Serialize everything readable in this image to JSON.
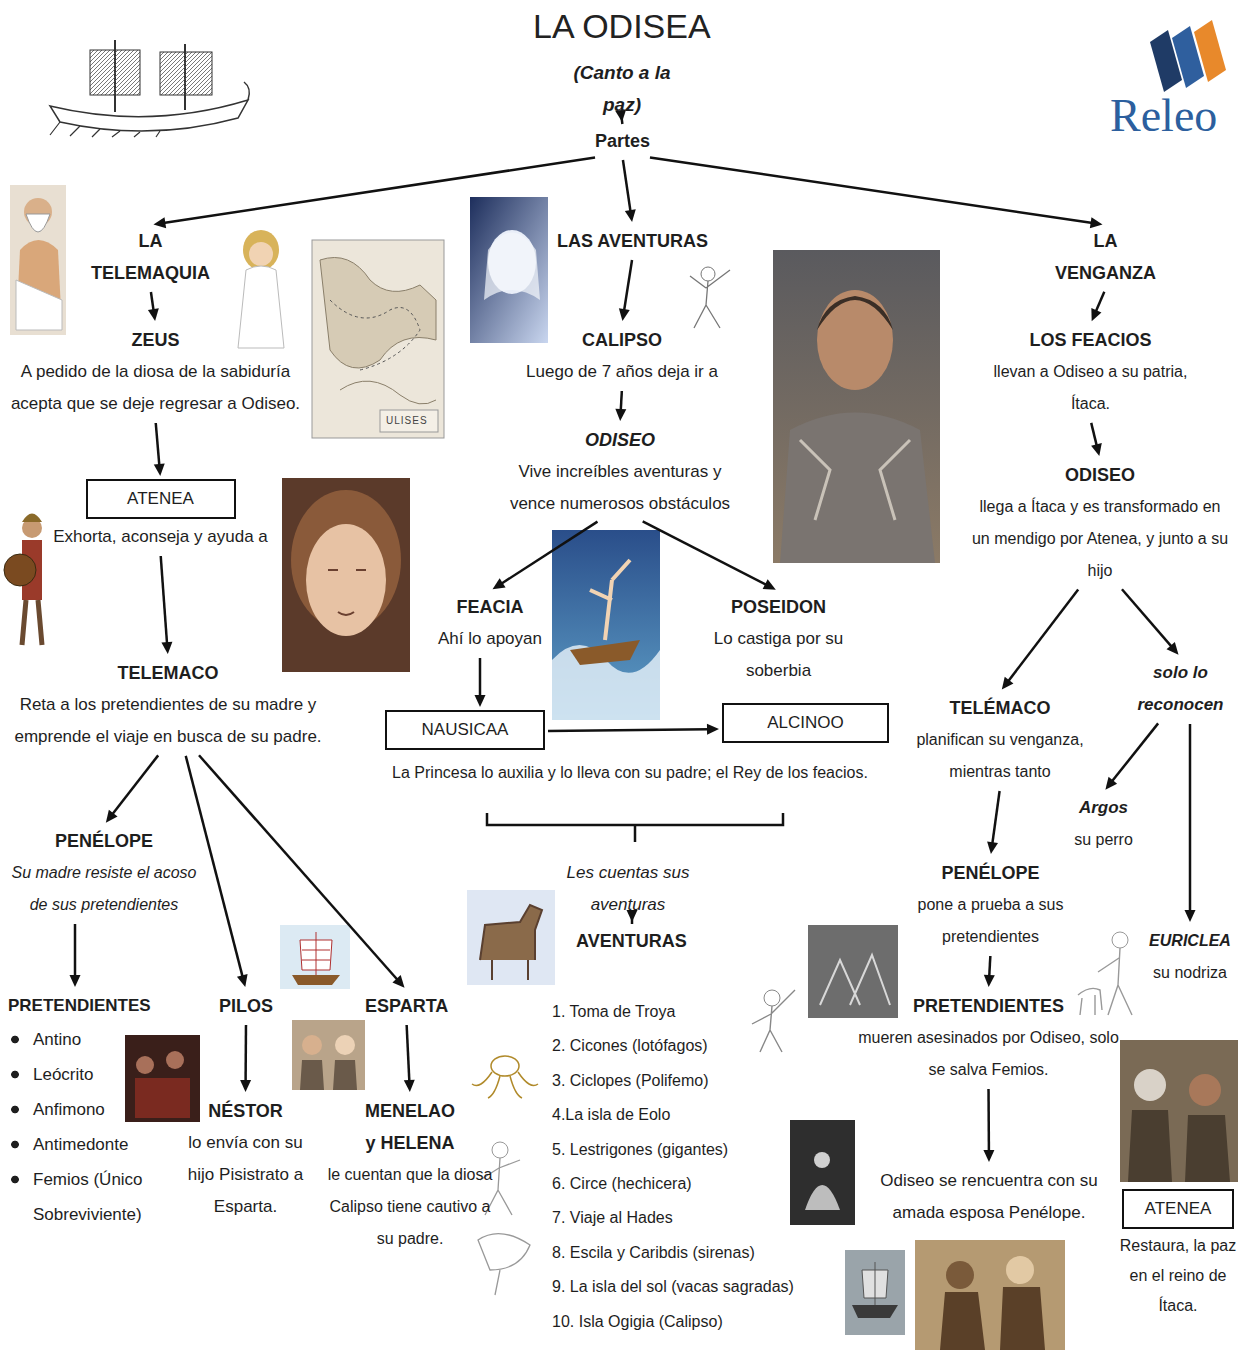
{
  "diagram": {
    "title": "LA ODISEA",
    "nodes": [
      {
        "text": [
          "(Canto a la paz)"
        ]
      },
      {
        "text": [
          "Partes"
        ]
      },
      {
        "text": [
          "LA TELEMAQUIA"
        ]
      },
      {
        "text": [
          "LAS AVENTURAS"
        ]
      },
      {
        "text": [
          "LA VENGANZA"
        ]
      },
      {
        "text": [
          "ZEUS",
          "A pedido de la diosa de la sabiduría acepta que se deje regresar a Odiseo."
        ]
      },
      {
        "text": [
          "ATENEA",
          "Exhorta, aconseja y ayuda a"
        ]
      },
      {
        "text": [
          "TELEMACO",
          "Reta a los pretendientes de su madre y emprende el viaje en busca de su padre."
        ]
      },
      {
        "text": [
          "PENÉLOPE",
          "Su madre resiste el acoso de sus pretendientes"
        ]
      },
      {
        "text": [
          "PRETENDIENTES",
          "Antino",
          "Leócrito",
          "Anfimono",
          "Antimedonte",
          "Femios (Único Sobreviviente)"
        ]
      },
      {
        "text": [
          "PILOS"
        ]
      },
      {
        "text": [
          "NÉSTOR",
          "lo envía con su hijo Pisistrato a Esparta."
        ]
      },
      {
        "text": [
          "ESPARTA"
        ]
      },
      {
        "text": [
          "MENELAO y HELENA",
          "le cuentan que la diosa Calipso tiene cautivo a su padre."
        ]
      },
      {
        "text": [
          "CALIPSO",
          "Luego de 7 años deja ir a"
        ]
      },
      {
        "text": [
          "ODISEO",
          "Vive increíbles aventuras y vence numerosos obstáculos"
        ]
      },
      {
        "text": [
          "FEACIA",
          "Ahí lo apoyan"
        ]
      },
      {
        "text": [
          "POSEIDON",
          "Lo castiga por su soberbia"
        ]
      },
      {
        "text": [
          "NAUSICAA"
        ]
      },
      {
        "text": [
          "ALCINOO"
        ]
      },
      {
        "text": [
          "Les cuentas sus aventuras"
        ]
      },
      {
        "text": [
          "AVENTURAS",
          "1. Toma de Troya",
          "2. Cicones (lotófagos)",
          "3. Ciclopes (Polifemo)",
          "4.La isla de Eolo",
          "5. Lestrigones (gigantes)",
          "6. Circe (hechicera)",
          "7. Viaje al Hades",
          "8. Escila y Caribdis (sirenas)",
          "9. La isla del sol (vacas sagradas)",
          "10. Isla Ogigia (Calipso)"
        ]
      },
      {
        "text": [
          "LOS FEACIOS",
          "llevan a Odiseo a su patria, Ítaca."
        ]
      },
      {
        "text": [
          "ODISEO",
          "llega a Ítaca y es transformado en un mendigo por Atenea, y junto a su hijo"
        ]
      },
      {
        "text": [
          "TELÉMACO",
          "planifican su venganza, mientras tanto"
        ]
      },
      {
        "text": [
          "solo lo reconocen"
        ]
      },
      {
        "text": [
          "Argos",
          "su perro"
        ]
      },
      {
        "text": [
          "PENÉLOPE",
          "pone a prueba a sus pretendientes"
        ]
      },
      {
        "text": [
          "EURICLEA",
          "su nodriza"
        ]
      },
      {
        "text": [
          "PRETENDIENTES",
          "mueren asesinados por Odiseo, solo se salva Femios."
        ]
      },
      {
        "text": [
          "Odiseo se rencuentra con su amada esposa Penélope."
        ]
      },
      {
        "text": [
          "ATENEA",
          "Restaura, la paz en el reino de Ítaca."
        ]
      }
    ],
    "edges": [
      {
        "from": 0,
        "to": 1,
        "arrow": "to"
      },
      {
        "from": 1,
        "to": 2,
        "arrow": "to"
      },
      {
        "from": 1,
        "to": 3,
        "arrow": "to"
      },
      {
        "from": 1,
        "to": 4,
        "arrow": "to"
      },
      {
        "from": 2,
        "to": 5,
        "arrow": "to"
      },
      {
        "from": 5,
        "to": 6,
        "arrow": "to"
      },
      {
        "from": 6,
        "to": 7,
        "arrow": "to"
      },
      {
        "from": 7,
        "to": 8,
        "arrow": "to"
      },
      {
        "from": 7,
        "to": 10,
        "arrow": "to"
      },
      {
        "from": 7,
        "to": 12,
        "arrow": "to"
      },
      {
        "from": 8,
        "to": 9,
        "arrow": "to"
      },
      {
        "from": 10,
        "to": 11,
        "arrow": "to"
      },
      {
        "from": 12,
        "to": 13,
        "arrow": "to"
      },
      {
        "from": 3,
        "to": 14,
        "arrow": "to"
      },
      {
        "from": 14,
        "to": 15,
        "arrow": "to"
      },
      {
        "from": 15,
        "to": 16,
        "arrow": "to"
      },
      {
        "from": 15,
        "to": 17,
        "arrow": "to"
      },
      {
        "from": 16,
        "to": 18,
        "arrow": "to"
      },
      {
        "from": 18,
        "to": 19,
        "arrow": "to"
      },
      {
        "from": 20,
        "to": 21,
        "arrow": "to"
      },
      {
        "from": 4,
        "to": 22,
        "arrow": "to"
      },
      {
        "from": 22,
        "to": 23,
        "arrow": "to"
      },
      {
        "from": 23,
        "to": 24,
        "arrow": "to"
      },
      {
        "from": 23,
        "to": 25,
        "arrow": "to"
      },
      {
        "from": 24,
        "to": 27,
        "arrow": "to"
      },
      {
        "from": 25,
        "to": 26,
        "arrow": "to"
      },
      {
        "from": 25,
        "to": 28,
        "arrow": "to"
      },
      {
        "from": 27,
        "to": 29,
        "arrow": "to"
      },
      {
        "from": 29,
        "to": 30,
        "arrow": "to"
      }
    ],
    "labels": [
      "La Princesa lo auxilia y lo lleva con su padre; el Rey de los feacios.",
      "Releo",
      "ULISES"
    ]
  }
}
